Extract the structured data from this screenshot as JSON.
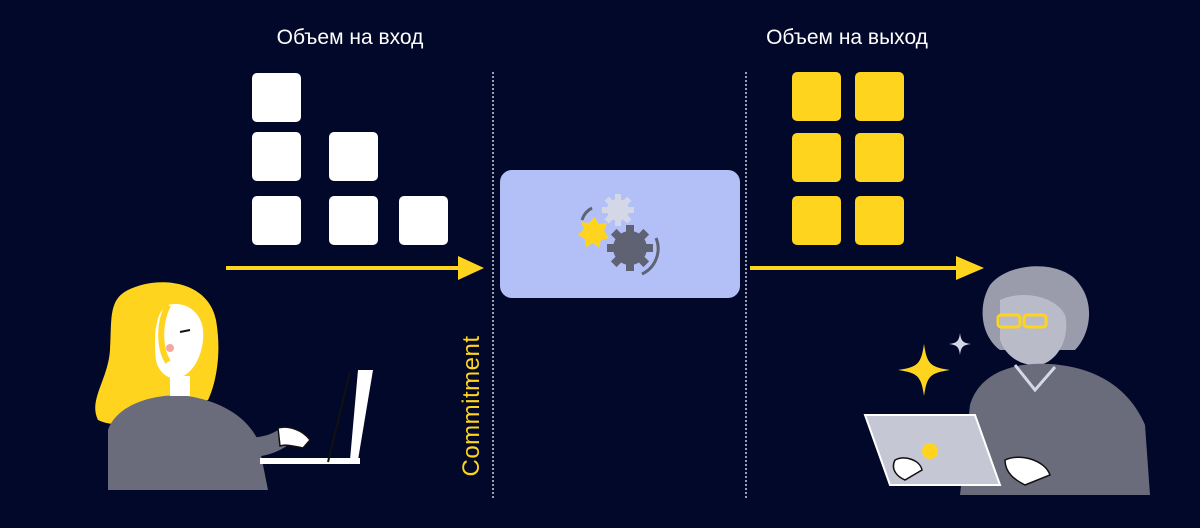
{
  "labels": {
    "input_volume": "Объем на вход",
    "output_volume": "Объем на выход",
    "commitment": "Commitment"
  },
  "colors": {
    "background": "#020829",
    "input_block": "#ffffff",
    "output_block": "#ffd41f",
    "arrow": "#ffd41f",
    "process_box": "#b2c0f7",
    "divider": "#9aa0b4",
    "gear_primary": "#5f6272",
    "gear_secondary": "#d4d8e6",
    "gear_accent": "#ffd41f"
  },
  "input_blocks": {
    "column_counts": [
      3,
      2,
      1
    ]
  },
  "output_blocks": {
    "rows": 3,
    "columns": 2
  },
  "icons": {
    "process": "gears-icon",
    "sender": "woman-with-laptop-illustration",
    "receiver": "man-with-laptop-illustration",
    "sparkle": "sparkle-icon"
  }
}
